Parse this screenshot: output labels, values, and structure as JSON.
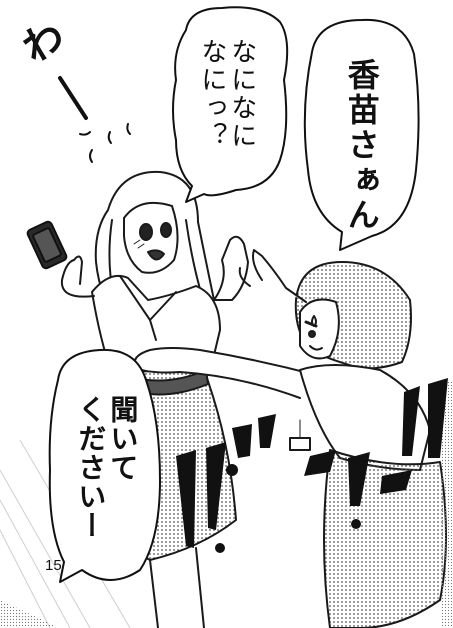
{
  "page": {
    "page_number": "15"
  },
  "speech": {
    "nani": "なになに\nなにっ？",
    "kanae": "香苗さぁん",
    "kiite": "聞いて\nくださいー"
  },
  "sfx": {
    "wa": "わ"
  }
}
